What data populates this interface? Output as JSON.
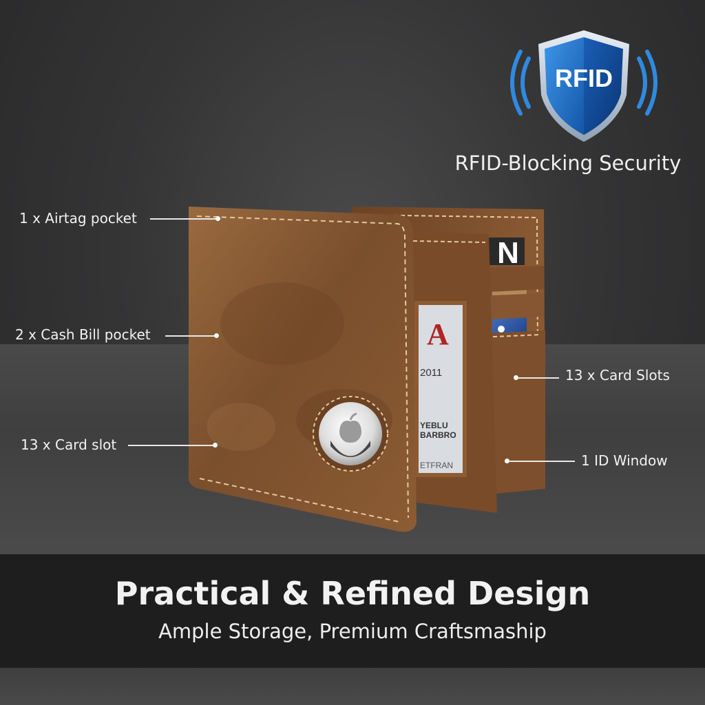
{
  "badge": {
    "text": "RFID",
    "caption": "RFID-Blocking Security",
    "color_dark": "#0d3f82",
    "color_light": "#2f8ae0"
  },
  "callouts_left": [
    {
      "label": "1 x Airtag pocket"
    },
    {
      "label": "2 x Cash Bill pocket"
    },
    {
      "label": "13 x Card slot"
    }
  ],
  "callouts_right": [
    {
      "label": "13 x Card Slots"
    },
    {
      "label": "1 ID Window"
    }
  ],
  "id_card": {
    "letter": "A",
    "line1": "2011",
    "line2": "YEBLU",
    "line3": "BARBRO",
    "line4": "ETFRAN"
  },
  "card_logo": "N",
  "banner": {
    "headline": "Practical & Refined Design",
    "subline": "Ample Storage, Premium Craftsmaship"
  },
  "colors": {
    "leather": "#8a5a33",
    "leather_dark": "#5e3a1e",
    "stitch": "#e6c9a0",
    "band": "#1e1e1e"
  }
}
